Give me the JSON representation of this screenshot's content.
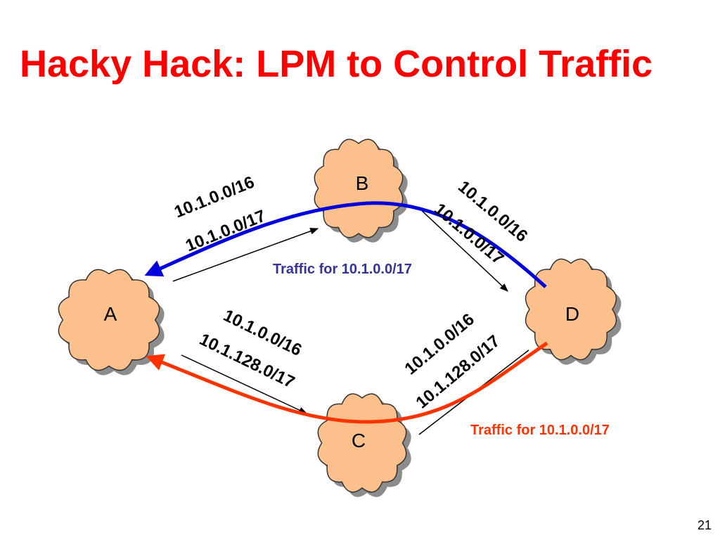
{
  "slide": {
    "title": "Hacky Hack: LPM to Control Traffic",
    "page_number": "21"
  },
  "colors": {
    "title": "#ff0000",
    "cloud_fill": "#fcc08c",
    "cloud_stroke": "#333333",
    "cloud_shadow": "#8c8c8c",
    "blue_path": "#0000dd",
    "red_path": "#ff3300",
    "blue_label": "#333399",
    "red_label": "#ff3300"
  },
  "nodes": {
    "a": "A",
    "b": "B",
    "c": "C",
    "d": "D"
  },
  "routes": {
    "a_b_16": "10.1.0.0/16",
    "a_b_17": "10.1.0.0/17",
    "b_d_16": "10.1.0.0/16",
    "b_d_17": "10.1.0.0/17",
    "a_c_16": "10.1.0.0/16",
    "a_c_17": "10.1.128.0/17",
    "c_d_16": "10.1.0.0/16",
    "c_d_17": "10.1.128.0/17"
  },
  "traffic": {
    "blue": "Traffic for 10.1.0.0/17",
    "red": "Traffic for 10.1.0.0/17"
  }
}
